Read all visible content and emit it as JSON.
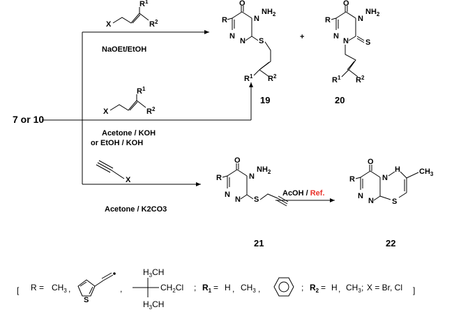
{
  "start_label": "7 or 10",
  "reagents": {
    "path1": "NaOEt/EtOH",
    "path2_line1": "Acetone / KOH",
    "path2_line2": "or EtOH / KOH",
    "path3": "Acetone / K2CO3",
    "path4_prefix": "AcOH / ",
    "path4_ref": "Ref.",
    "ref_color": "#e8312a"
  },
  "compounds": {
    "c19": "19",
    "c20": "20",
    "c21": "21",
    "c22": "22"
  },
  "plus": "+",
  "atoms": {
    "R": "R",
    "R1": "R",
    "sup1": "1",
    "R2": "R",
    "sup2": "2",
    "X": "X",
    "O": "O",
    "N": "N",
    "NH2": "NH",
    "sub2": "2",
    "S": "S",
    "NH": "H",
    "CH3": "CH",
    "sub3": "3"
  },
  "footnote": {
    "open_bracket": "[",
    "r_eq": "R =",
    "ch3": "CH",
    "ch3_sub": "3",
    "comma": ",",
    "tbu_top": "H",
    "tbu_ch2cl": "CH",
    "tbu_ch2cl_sub": "2",
    "tbu_cl": "Cl",
    "semicolon": ";",
    "r1_label": "R",
    "r1_sub": "1",
    "eq": "=",
    "h": "H",
    "r2_label": "R",
    "r2_sub": "2",
    "x_eq": "X = Br, Cl",
    "close_bracket": "]"
  }
}
